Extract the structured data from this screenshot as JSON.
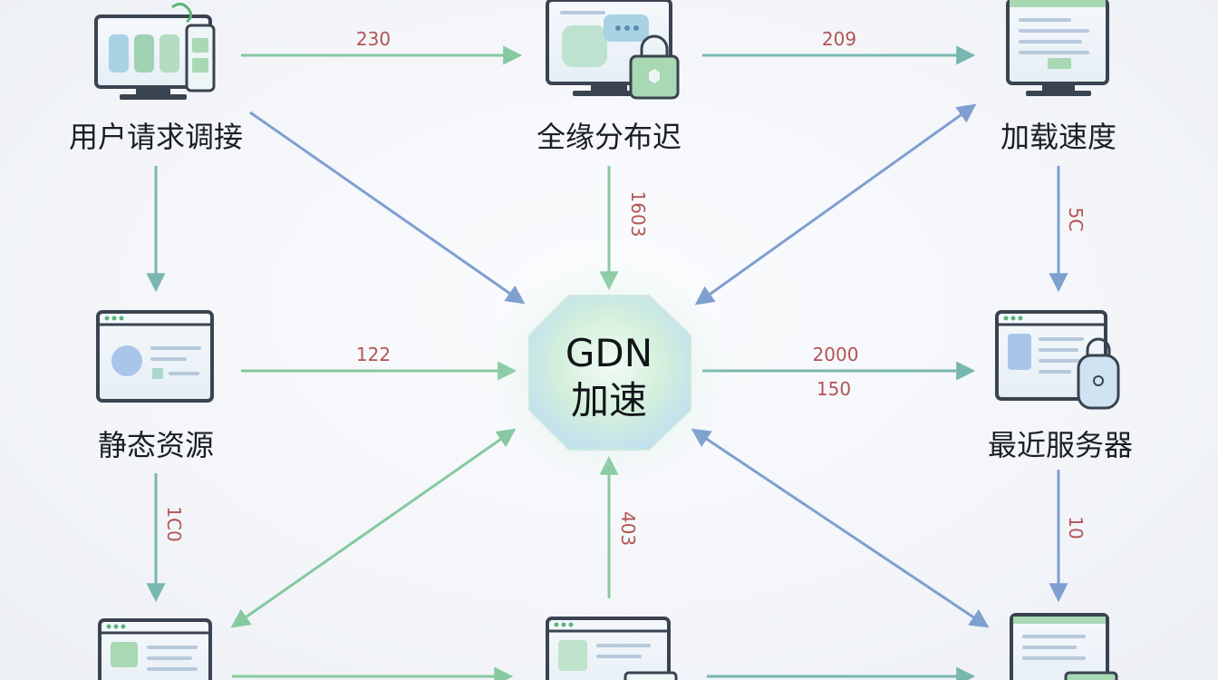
{
  "center": {
    "line1": "GDN",
    "line2": "加速"
  },
  "nodes": {
    "user_request": "用户请求调接",
    "edge_distribution": "全缘分布迟",
    "load_speed": "加载速度",
    "static_resources": "静态资源",
    "nearest_server": "最近服务器"
  },
  "edge_labels": {
    "user_to_edge": "230",
    "edge_to_speed": "209",
    "edge_to_center": "1603",
    "speed_to_server": "5C",
    "static_to_center": "122",
    "center_to_server_top": "2000",
    "center_to_server_bottom": "150",
    "static_to_bottom": "1C0",
    "bottom_to_center": "403",
    "server_to_bottom": "10"
  },
  "colors": {
    "green": "#86c9a0",
    "blue": "#7f9fd0",
    "teal": "#78b7b0",
    "edge_label": "#b35454",
    "screen_border": "#3a4350"
  }
}
